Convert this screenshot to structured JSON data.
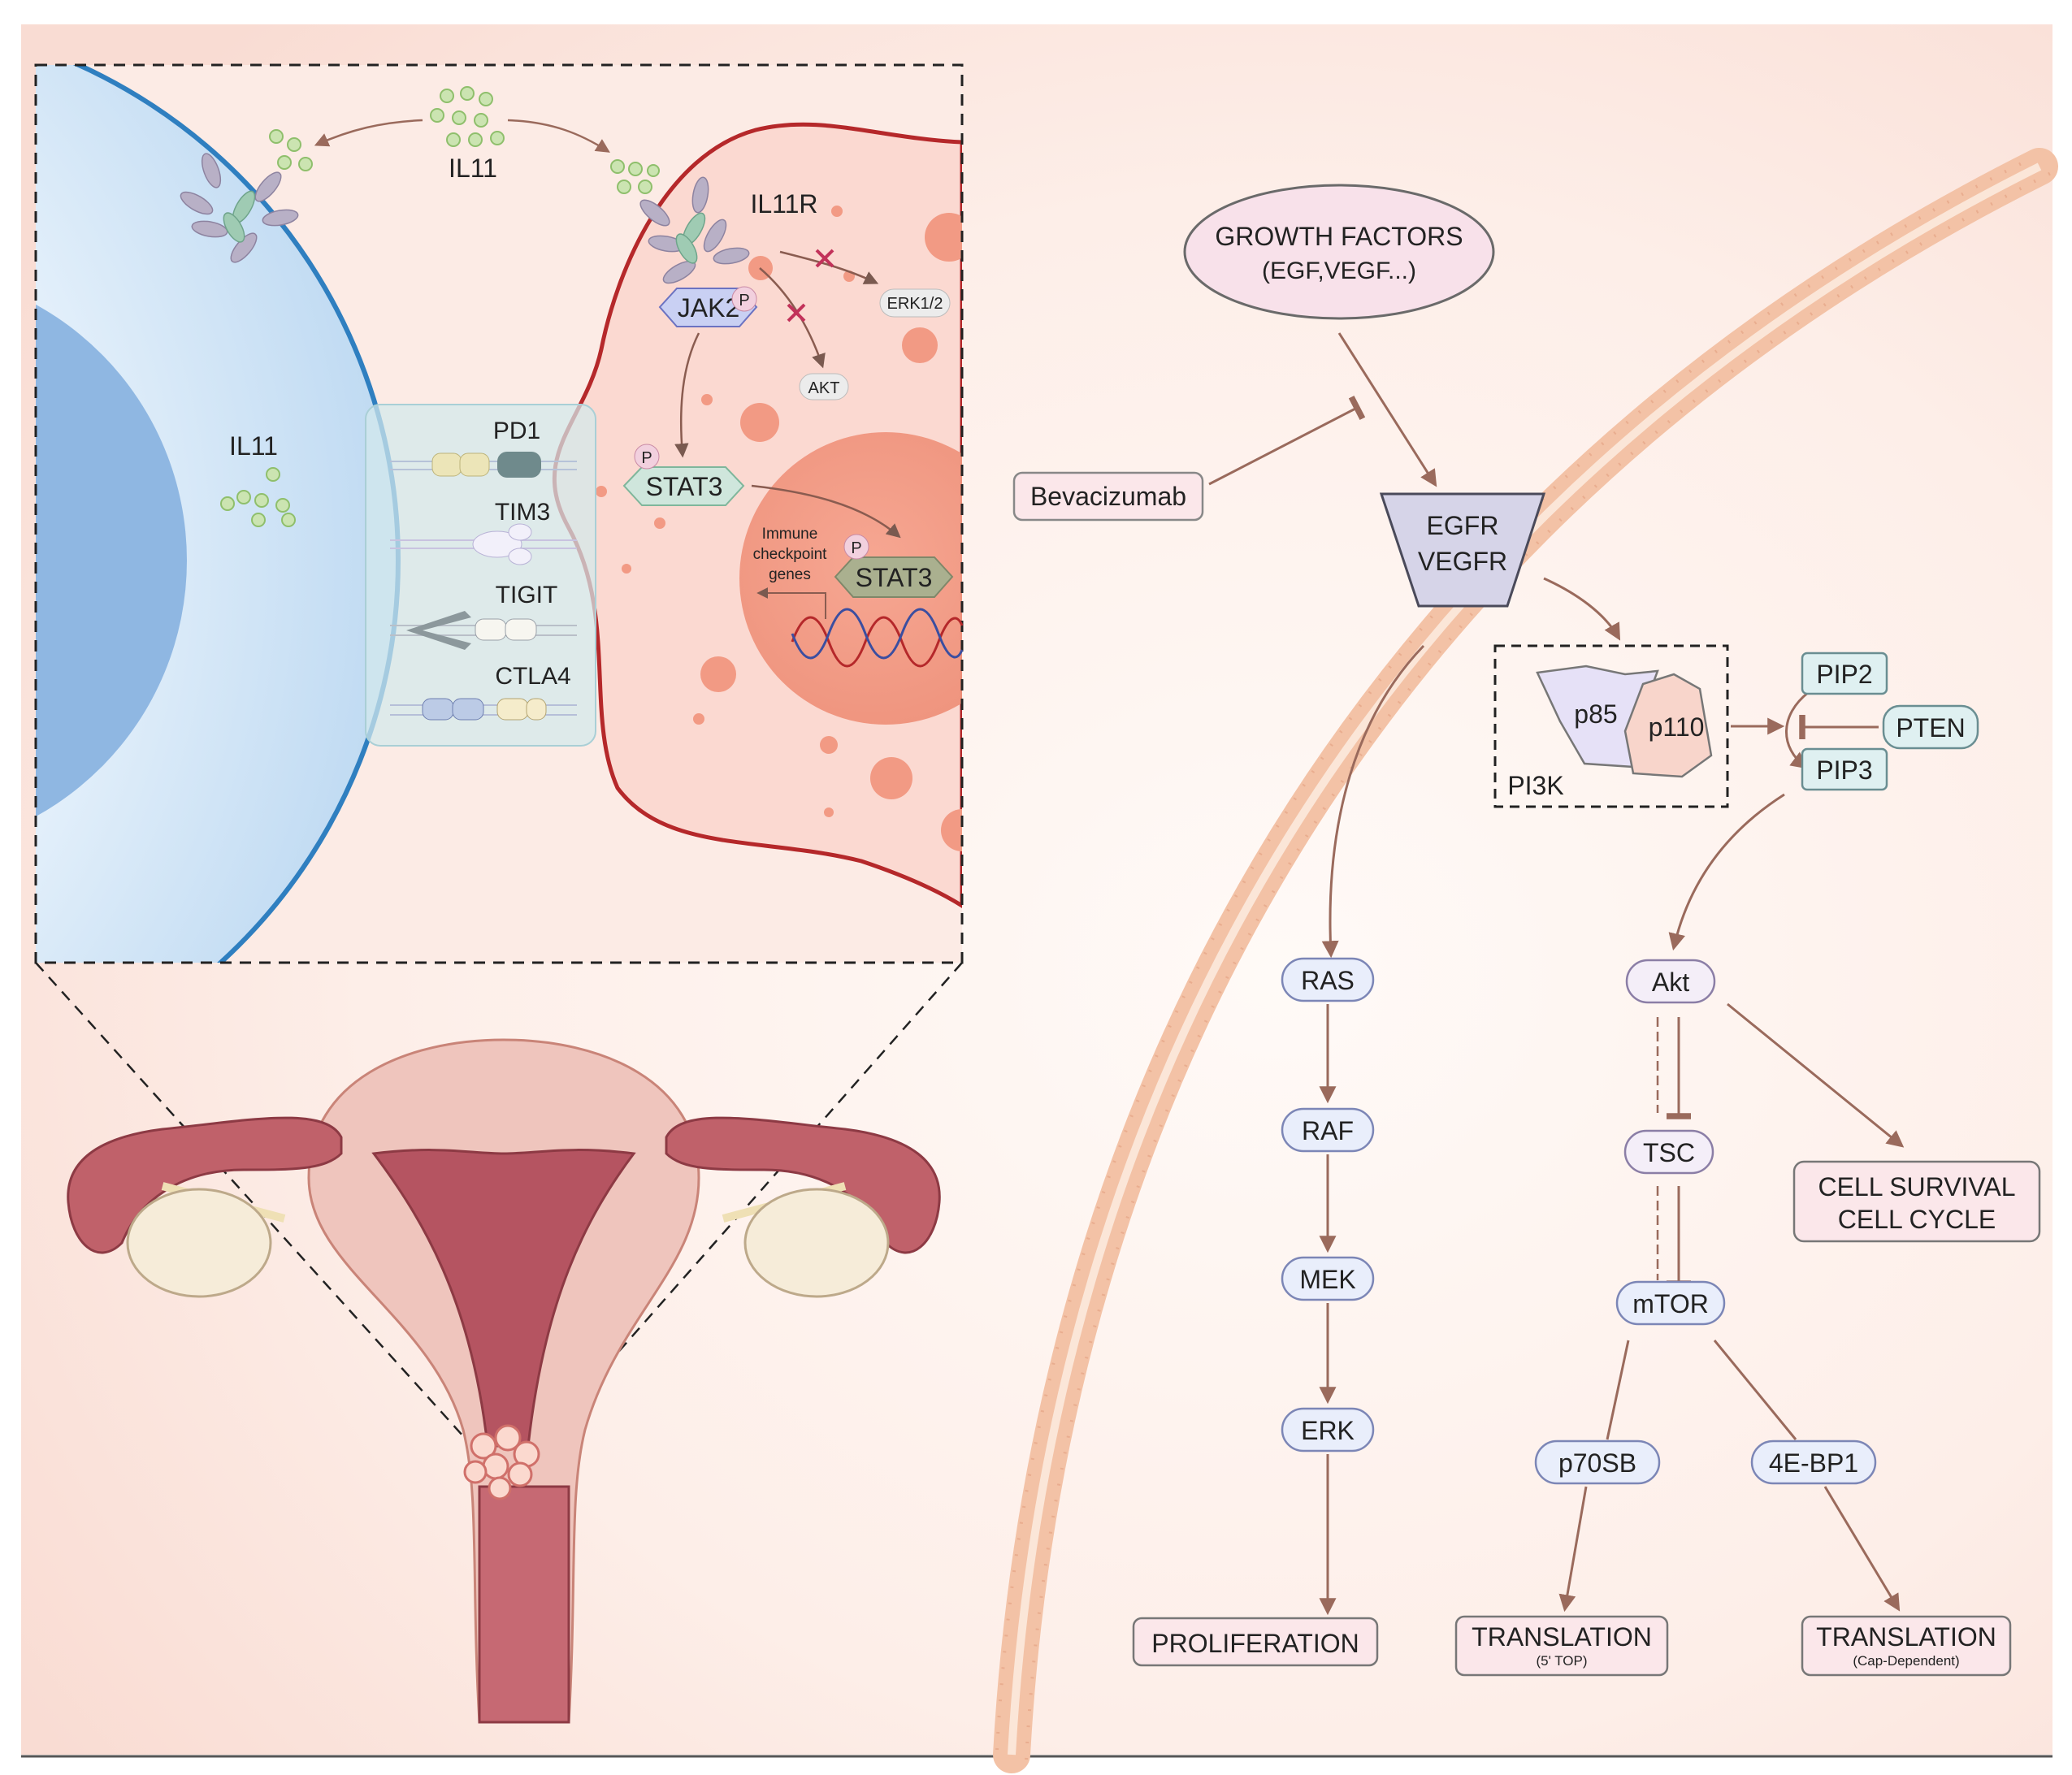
{
  "left_panel": {
    "il11_top": "IL11",
    "il11_inner": "IL11",
    "il11r": "IL11R",
    "jak2": "JAK2",
    "stat3_cyto": "STAT3",
    "stat3_nucleus": "STAT3",
    "p_jak2": "P",
    "p_stat3_cyto": "P",
    "p_stat3_nucleus": "P",
    "erk12": "ERK1/2",
    "akt_small": "AKT",
    "immune_line1": "Immune",
    "immune_line2": "checkpoint",
    "immune_line3": "genes",
    "checkpoints": [
      "PD1",
      "TIM3",
      "TIGIT",
      "CTLA4"
    ]
  },
  "pathway": {
    "growth_factors_line1": "GROWTH FACTORS",
    "growth_factors_line2": "(EGF,VEGF...)",
    "bevacizumab": "Bevacizumab",
    "receptor_line1": "EGFR",
    "receptor_line2": "VEGFR",
    "p85": "p85",
    "p110": "p110",
    "pi3k": "PI3K",
    "pip2": "PIP2",
    "pten": "PTEN",
    "pip3": "PIP3",
    "ras": "RAS",
    "raf": "RAF",
    "mek": "MEK",
    "erk": "ERK",
    "proliferation": "PROLIFERATION",
    "akt": "Akt",
    "tsc": "TSC",
    "mtor": "mTOR",
    "p70sb": "p70SB",
    "ebp1": "4E-BP1",
    "cell_survival_line1": "CELL SURVIVAL",
    "cell_survival_line2": "CELL CYCLE",
    "translation_1": "TRANSLATION",
    "translation_1_sub": "(5' TOP)",
    "translation_2": "TRANSLATION",
    "translation_2_sub": "(Cap-Dependent)"
  },
  "colors": {
    "background_pink": "#fbe3dc",
    "cell_blue": "#2f7fc0",
    "nucleus_blue": "#8fb7e2",
    "tumor_cell_border": "#b5282a",
    "tumor_nucleus": "#f09a85",
    "arrow_brown": "#9a6a5c",
    "node_fill_blue": "#e9eefb",
    "node_fill_pink": "#fbe7ea",
    "node_fill_teal": "#dff0f1"
  },
  "icons": [
    "il11-dot-cluster-icon",
    "receptor-icon",
    "dna-helix-icon",
    "inhibition-x-icon",
    "membrane-bilayer-icon",
    "uterus-illustration"
  ]
}
